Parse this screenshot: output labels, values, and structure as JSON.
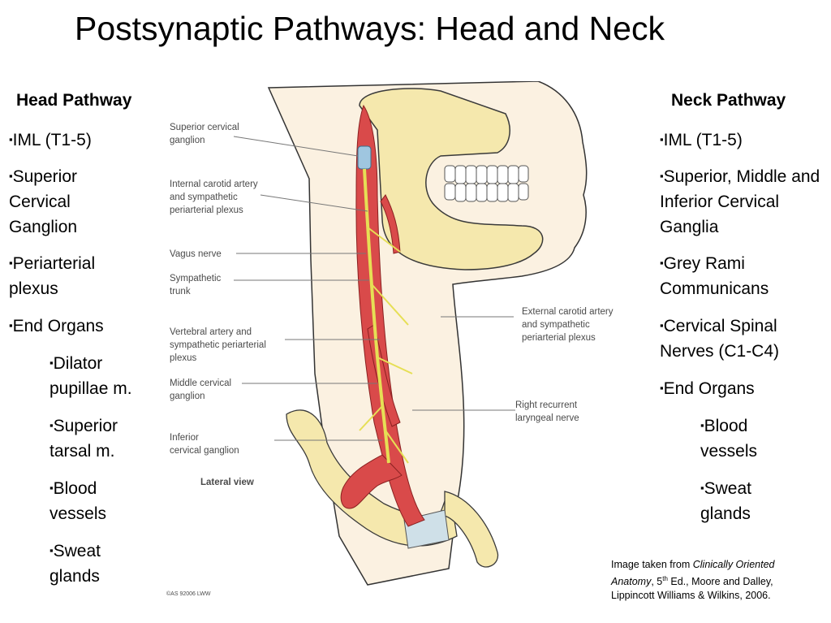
{
  "title": "Postsynaptic Pathways: Head and Neck",
  "head": {
    "heading": "Head Pathway",
    "items": [
      {
        "text": "IML (T1-5)"
      },
      {
        "text": "Superior Cervical Ganglion"
      },
      {
        "text": "Periarterial plexus"
      },
      {
        "text": "End Organs"
      },
      {
        "text": "Dilator pupillae m."
      },
      {
        "text": "Superior tarsal m."
      },
      {
        "text": "Blood vessels"
      },
      {
        "text": "Sweat glands"
      }
    ]
  },
  "neck": {
    "heading": "Neck Pathway",
    "items": [
      {
        "text": "IML (T1-5)"
      },
      {
        "text": "Superior, Middle and Inferior Cervical Ganglia"
      },
      {
        "text": "Grey Rami Communicans"
      },
      {
        "text": "Cervical Spinal Nerves (C1-C4)"
      },
      {
        "text": "End Organs"
      },
      {
        "text": "Blood vessels"
      },
      {
        "text": "Sweat glands"
      }
    ]
  },
  "bullet_glyph": "▪",
  "diagram": {
    "labels": {
      "superior_ganglion": [
        "Superior cervical",
        "ganglion"
      ],
      "internal_carotid": [
        "Internal carotid artery",
        "and sympathetic",
        "periarterial plexus"
      ],
      "vagus": [
        "Vagus nerve"
      ],
      "trunk": [
        "Sympathetic",
        "trunk"
      ],
      "vertebral": [
        "Vertebral artery and",
        "sympathetic periarterial",
        "plexus"
      ],
      "middle_ganglion": [
        "Middle cervical",
        "ganglion"
      ],
      "inferior_ganglion": [
        "Inferior",
        "cervical ganglion"
      ],
      "external_carotid": [
        "External carotid artery",
        "and sympathetic",
        "periarterial plexus"
      ],
      "recurrent": [
        "Right recurrent",
        "laryngeal nerve"
      ]
    },
    "view_label": "Lateral view",
    "copyright": "©AS 92006 LWW",
    "colors": {
      "skin": "#fbf1e1",
      "bone": "#f5e8ad",
      "artery": "#d94a4a",
      "nerve": "#e6df55",
      "trachea": "#cfe0e8"
    }
  },
  "credit": {
    "prefix": "Image taken from ",
    "book": "Clinically Oriented Anatomy",
    "edition_num": ", 5",
    "edition_sup": "th",
    "rest": " Ed., Moore and Dalley, Lippincott Williams & Wilkins, 2006."
  }
}
